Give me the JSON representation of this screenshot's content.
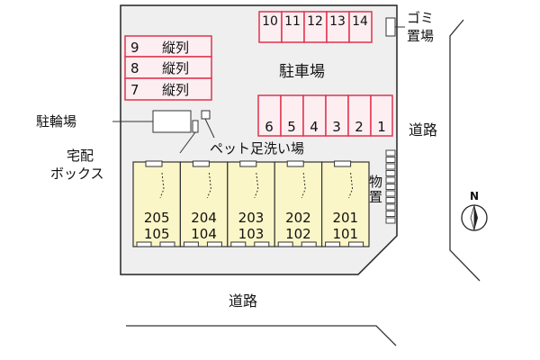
{
  "colors": {
    "lot": "#efefef",
    "outline": "#222222",
    "parking_fill": "#fdeef2",
    "parking_stroke": "#e0344d",
    "building_fill": "#fbf6c8",
    "building_stroke": "#333333"
  },
  "labels": {
    "garbage": [
      "ゴミ",
      "置場"
    ],
    "parking_lot": "駐車場",
    "road_east": "道路",
    "road_south": "道路",
    "bicycle_parking": "駐輪場",
    "delivery_box": [
      "宅配",
      "ボックス"
    ],
    "pet_wash": "ペット足洗い場",
    "storage": [
      "物",
      "置"
    ],
    "north": "N"
  },
  "parking_top": [
    "10",
    "11",
    "12",
    "13",
    "14"
  ],
  "parking_right": [
    "6",
    "5",
    "4",
    "3",
    "2",
    "1"
  ],
  "parking_left": [
    {
      "number": "9",
      "type": "縦列"
    },
    {
      "number": "8",
      "type": "縦列"
    },
    {
      "number": "7",
      "type": "縦列"
    }
  ],
  "units": [
    {
      "upper": "205",
      "lower": "105"
    },
    {
      "upper": "204",
      "lower": "104"
    },
    {
      "upper": "203",
      "lower": "103"
    },
    {
      "upper": "202",
      "lower": "102"
    },
    {
      "upper": "201",
      "lower": "101"
    }
  ]
}
